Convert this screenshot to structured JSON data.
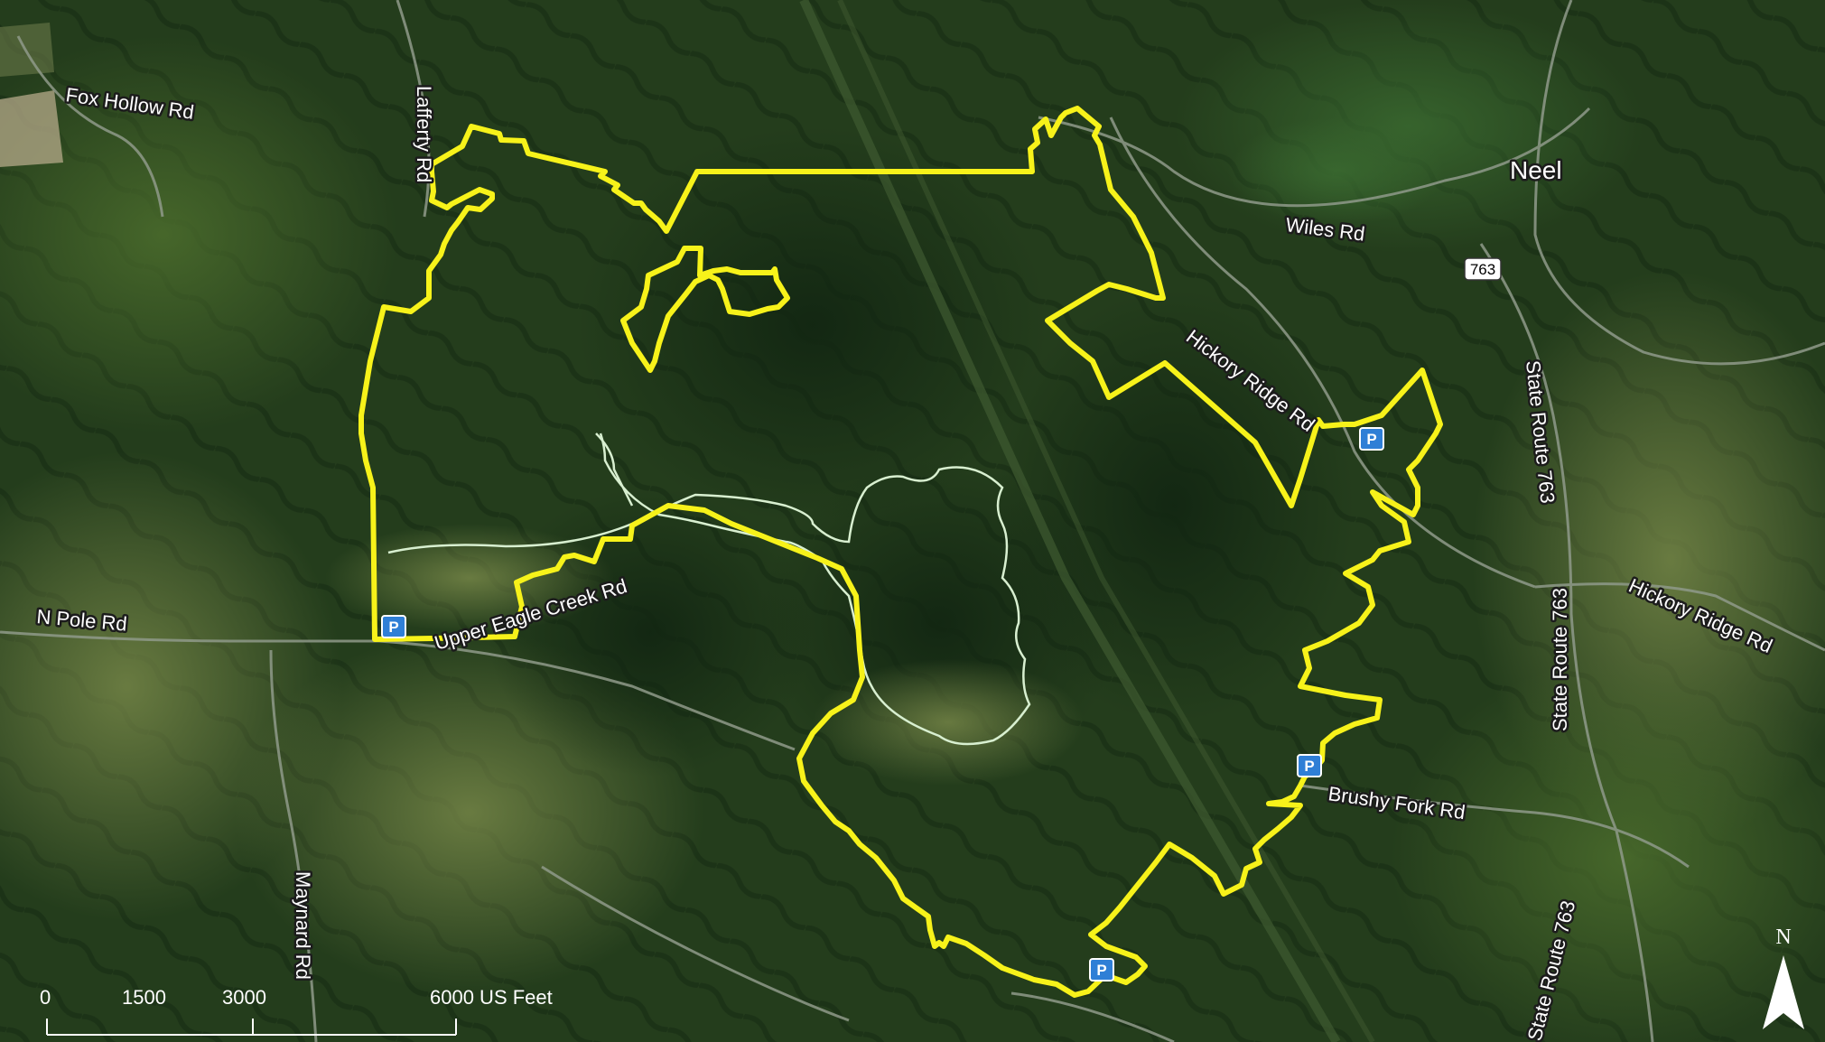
{
  "map": {
    "basemap": "satellite imagery",
    "colors": {
      "boundary": "#f7f21a",
      "stream": "#d8efd0",
      "road": "#8f9a8a",
      "parking": "#2f7fd6"
    },
    "places": {
      "town": "Neel"
    },
    "roads": {
      "fox_hollow": "Fox Hollow Rd",
      "lafferty": "Lafferty Rd",
      "wiles": "Wiles Rd",
      "hickory_ridge_n": "Hickory Ridge Rd",
      "hickory_ridge_e": "Hickory Ridge Rd",
      "n_pole": "N Pole Rd",
      "upper_eagle_creek": "Upper Eagle Creek Rd",
      "brushy_fork": "Brushy Fork Rd",
      "maynard": "Maynard Rd",
      "sr763_a": "State Route 763",
      "sr763_b": "State Route 763",
      "sr763_c": "State Route 763"
    },
    "route_shield": "763",
    "parking_symbol": "P",
    "north_arrow": "N",
    "scale_bar": {
      "ticks": [
        "0",
        "1500",
        "3000",
        "6000 US Feet"
      ]
    }
  }
}
